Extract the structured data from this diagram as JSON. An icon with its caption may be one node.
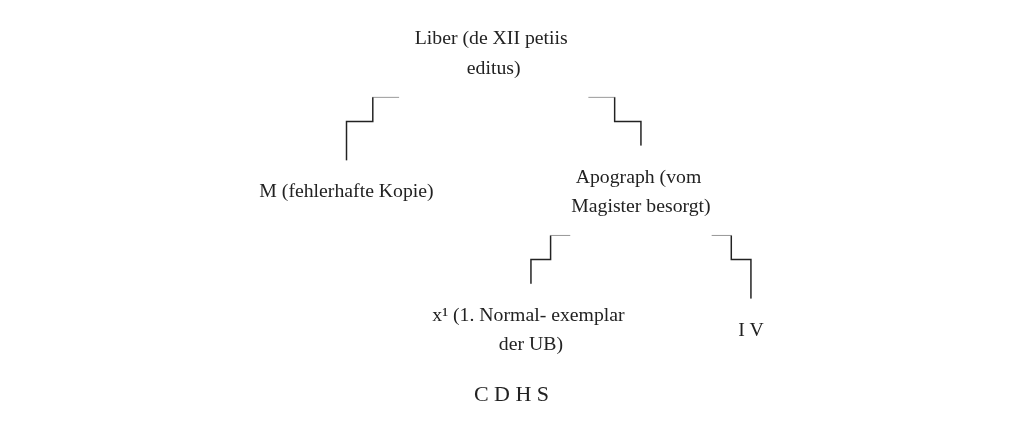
{
  "diagram": {
    "nodes": [
      {
        "text": [
          "Liber (de XII petiis editus)"
        ]
      },
      {
        "text": [
          "M (fehlerhafte Kopie)"
        ]
      },
      {
        "text": [
          "Apograph (vom Magister besorgt)"
        ]
      },
      {
        "text": [
          "x¹ (1. Normal- exemplar der UB)"
        ]
      },
      {
        "text": [
          "I V"
        ]
      }
    ],
    "edges": [
      {
        "from": 0,
        "to": 1,
        "arrow": "none"
      },
      {
        "from": 0,
        "to": 2,
        "arrow": "none"
      },
      {
        "from": 2,
        "to": 3,
        "arrow": "none"
      },
      {
        "from": 2,
        "to": 4,
        "arrow": "none"
      }
    ],
    "labels": [
      "C D H S"
    ]
  }
}
